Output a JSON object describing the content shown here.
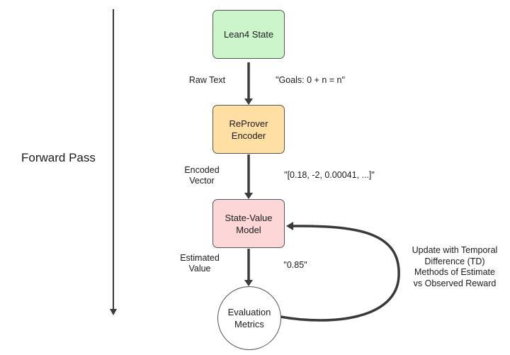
{
  "axis": {
    "label": "Forward Pass"
  },
  "nodes": {
    "lean_state": {
      "label": "Lean4 State",
      "fill": "#ccf5cc"
    },
    "encoder": {
      "label": "ReProver\nEncoder",
      "fill": "#ffdfa3"
    },
    "value_model": {
      "label": "State-Value\nModel",
      "fill": "#fdd7d7"
    },
    "evaluation": {
      "label": "Evaluation\nMetrics",
      "fill": "#ffffff"
    }
  },
  "edges": {
    "state_to_encoder": {
      "label": "Raw Text",
      "example": "\"Goals: 0 + n = n\""
    },
    "encoder_to_model": {
      "label": "Encoded\nVector",
      "example": "\"[0.18, -2, 0.00041, ...]\""
    },
    "model_to_eval": {
      "label": "Estimated\nValue",
      "example": "\"0.85\""
    },
    "feedback": {
      "label": "Update with Temporal\nDifference (TD)\nMethods of Estimate\nvs Observed Reward"
    }
  },
  "colors": {
    "line": "#3a3a3a"
  }
}
